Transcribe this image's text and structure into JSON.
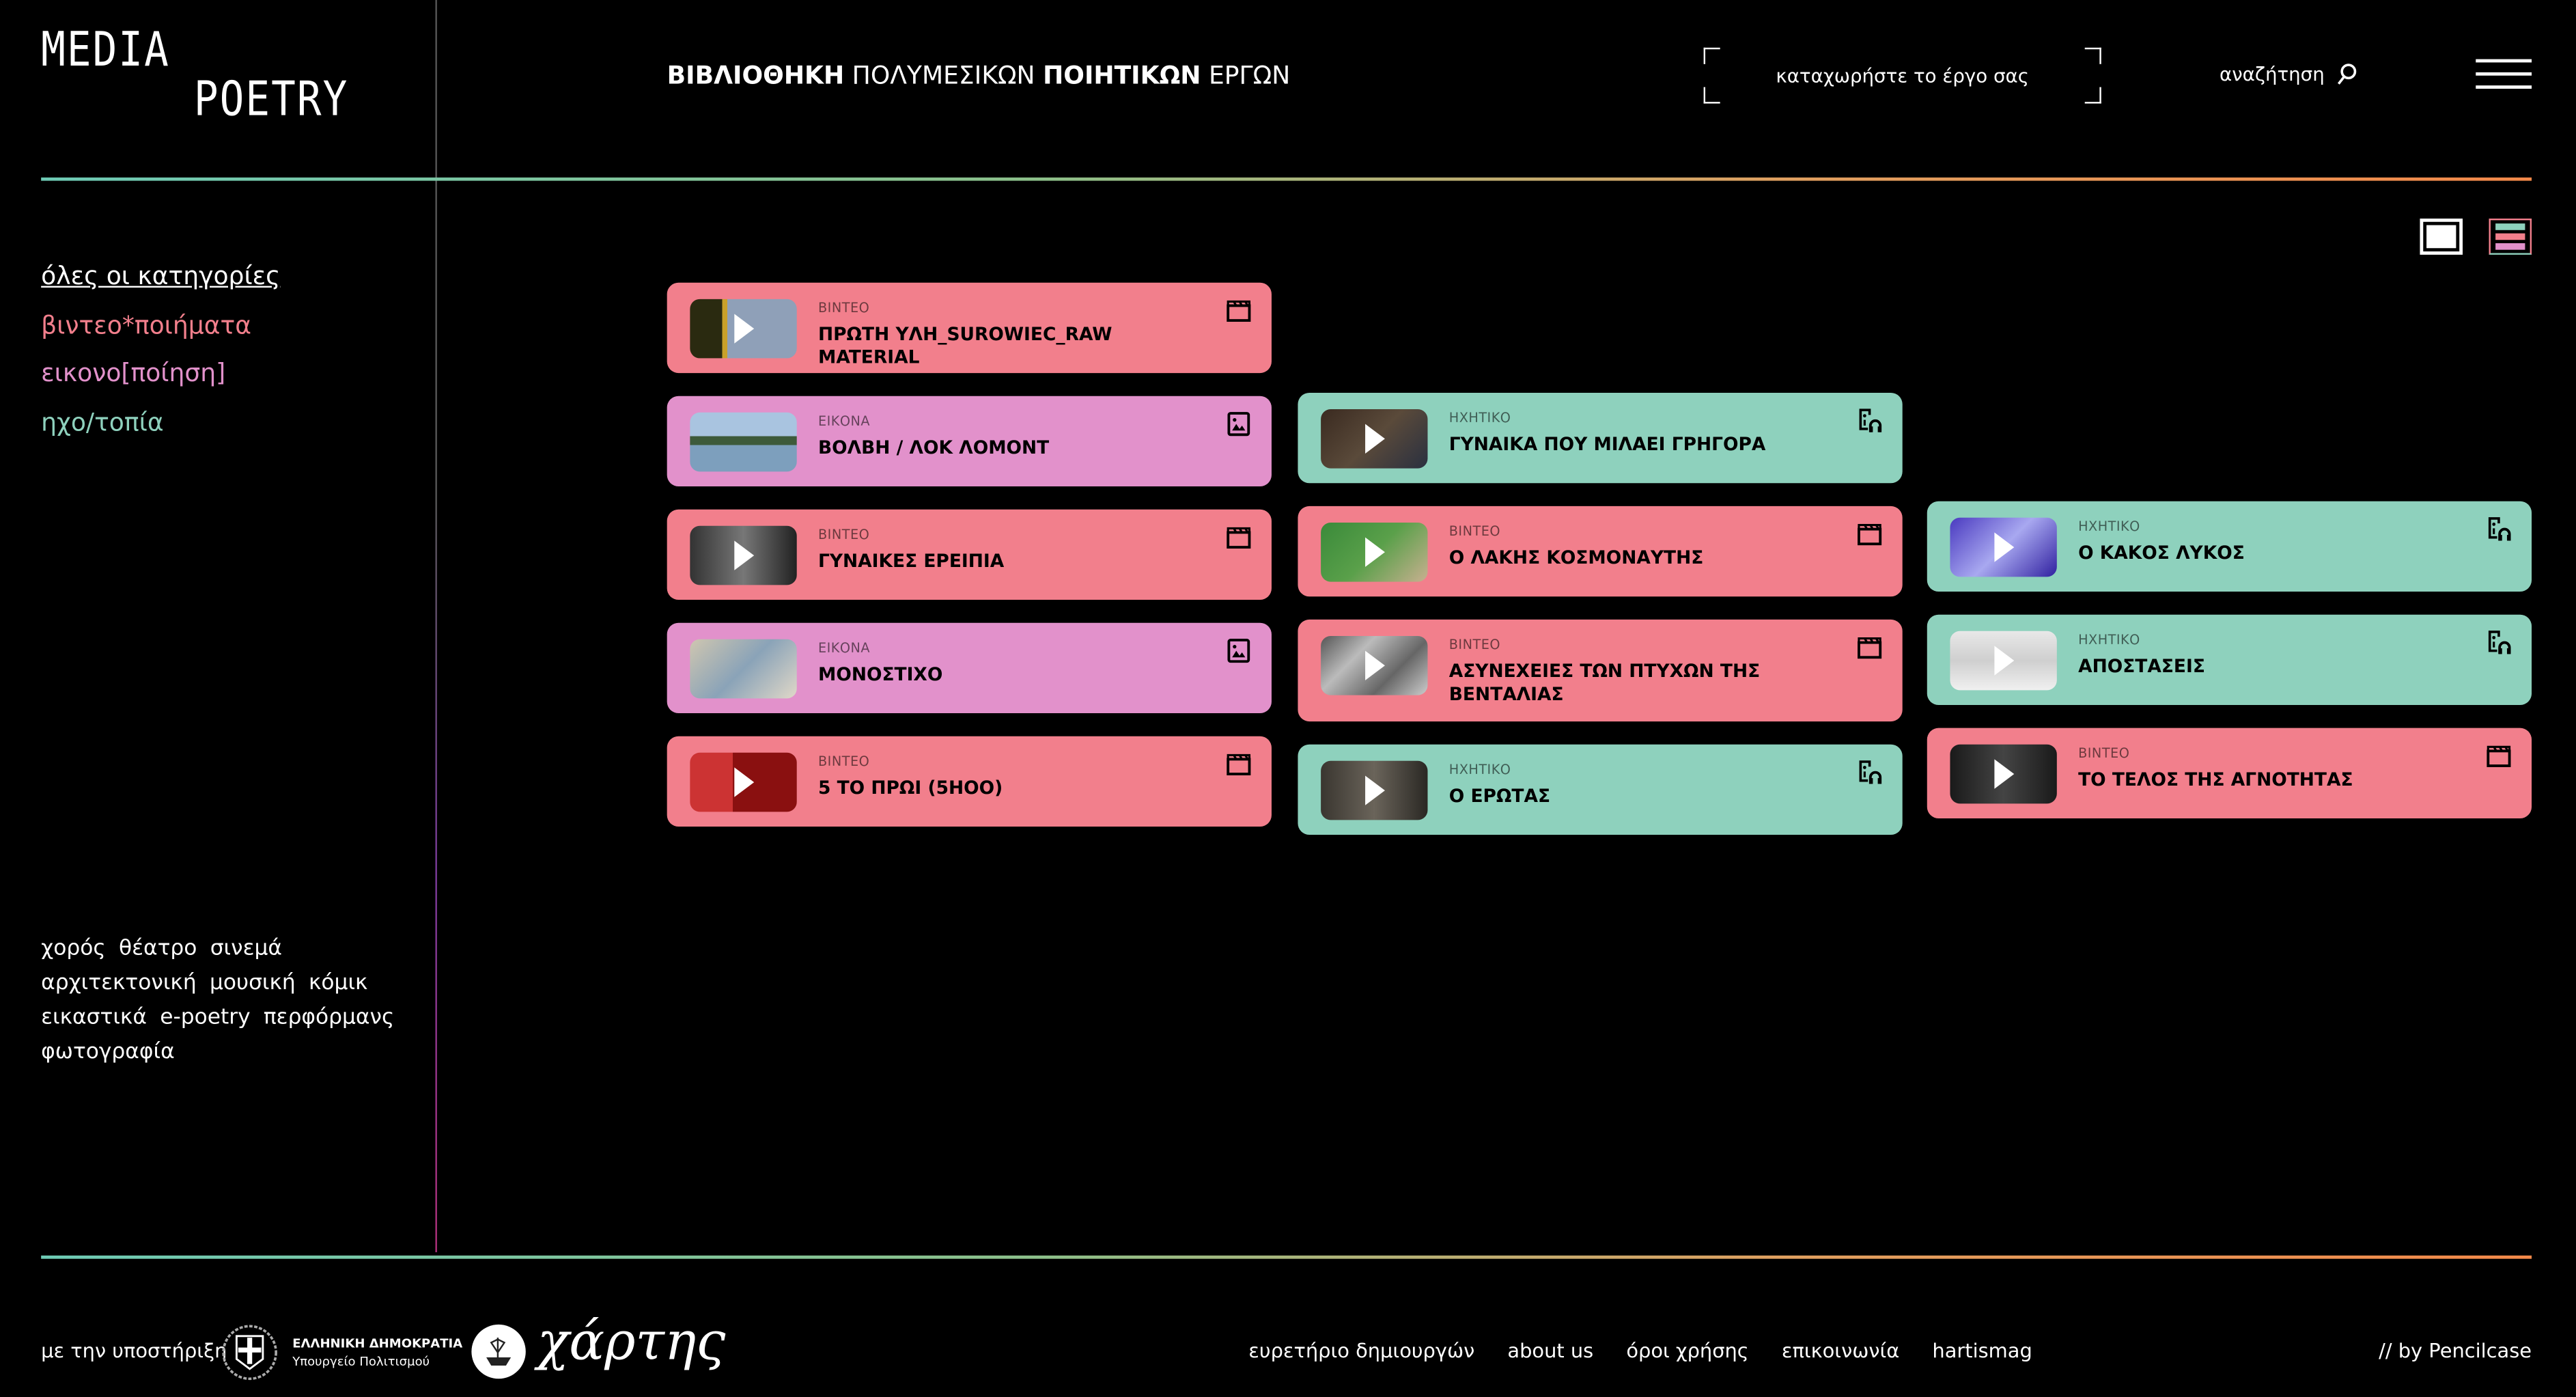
{
  "header": {
    "logo_line1": "MEDIA",
    "logo_line2": "POETRY",
    "title_part1": "ΒΙΒΛΙΟΘΗΚΗ",
    "title_part2": "ΠΟΛΥΜΕΣΙΚΩΝ",
    "title_part3": "ΠΟΙΗΤΙΚΩΝ",
    "title_part4": "ΕΡΓΩΝ",
    "submit_label": "καταχωρήστε το έργο σας",
    "search_label": "αναζήτηση"
  },
  "sidebar": {
    "categories": [
      {
        "label": "όλες οι κατηγορίες",
        "color": "#ffffff"
      },
      {
        "label": "βιντεο*ποιήματα",
        "color": "#f27f8c"
      },
      {
        "label": "εικονο[ποίηση]",
        "color": "#e291cb"
      },
      {
        "label": "ηχο/τοπία",
        "color": "#8ed1bd"
      }
    ],
    "tags": [
      "χορός",
      "θέατρο",
      "σινεμά",
      "αρχιτεκτονική",
      "μουσική",
      "κόμικ",
      "εικαστικά",
      "e-poetry",
      "περφόρμανς",
      "φωτογραφία"
    ]
  },
  "colors": {
    "video": "#f27f8c",
    "image": "#e291cb",
    "audio": "#8ed1bd"
  },
  "items": [
    {
      "kind": "video",
      "type": "ΒΙΝΤΕΟ",
      "title": "ΠΡΩΤΗ ΥΛΗ_SUROWIEC_RAW MATERIAL",
      "icon": "clapperboard-icon"
    },
    {
      "kind": "image",
      "type": "ΕΙΚΟΝΑ",
      "title": "ΒΟΛΒΗ / ΛΟΚ ΛΟΜΟΝΤ",
      "icon": "image-icon"
    },
    {
      "kind": "video",
      "type": "ΒΙΝΤΕΟ",
      "title": "ΓΥΝΑΙΚΕΣ ΕΡΕΙΠΙΑ",
      "icon": "clapperboard-icon"
    },
    {
      "kind": "image",
      "type": "ΕΙΚΟΝΑ",
      "title": "ΜΟΝΟΣΤΙΧΟ",
      "icon": "image-icon"
    },
    {
      "kind": "video",
      "type": "ΒΙΝΤΕΟ",
      "title": "5 ΤΟ ΠΡΩΙ (5ΗΟΟ)",
      "icon": "clapperboard-icon"
    },
    {
      "kind": "audio",
      "type": "ΗΧΗΤΙΚΟ",
      "title": "ΓΥΝΑΙΚΑ ΠΟΥ ΜΙΛΑΕΙ ΓΡΗΓΟΡΑ",
      "icon": "audio-icon"
    },
    {
      "kind": "video",
      "type": "ΒΙΝΤΕΟ",
      "title": "Ο ΛΑΚΗΣ ΚΟΣΜΟΝΑΥΤΗΣ",
      "icon": "clapperboard-icon"
    },
    {
      "kind": "video",
      "type": "ΒΙΝΤΕΟ",
      "title": "ΑΣΥΝΕΧΕΙΕΣ ΤΩΝ ΠΤΥΧΩΝ ΤΗΣ ΒΕΝΤΑΛΙΑΣ",
      "icon": "clapperboard-icon"
    },
    {
      "kind": "audio",
      "type": "ΗΧΗΤΙΚΟ",
      "title": "Ο ΕΡΩΤΑΣ",
      "icon": "audio-icon"
    },
    {
      "kind": "audio",
      "type": "ΗΧΗΤΙΚΟ",
      "title": "Ο ΚΑΚΟΣ ΛΥΚΟΣ",
      "icon": "audio-icon"
    },
    {
      "kind": "audio",
      "type": "ΗΧΗΤΙΚΟ",
      "title": "ΑΠΟΣΤΑΣΕΙΣ",
      "icon": "audio-icon"
    },
    {
      "kind": "video",
      "type": "ΒΙΝΤΕΟ",
      "title": "ΤΟ ΤΕΛΟΣ ΤΗΣ ΑΓΝΟΤΗΤΑΣ",
      "icon": "clapperboard-icon"
    }
  ],
  "footer": {
    "support_label": "με την υποστήριξη",
    "gov_line1": "ΕΛΛΗΝΙΚΗ ΔΗΜΟΚΡΑΤΙΑ",
    "gov_line2": "Υπουργείο Πολιτισμού",
    "hartis_logo": "χάρτης",
    "links": [
      "ευρετήριο δημιουργών",
      "about us",
      "όροι χρήσης",
      "επικοινωνία",
      "hartismag"
    ],
    "credit": "// by Pencilcase"
  }
}
